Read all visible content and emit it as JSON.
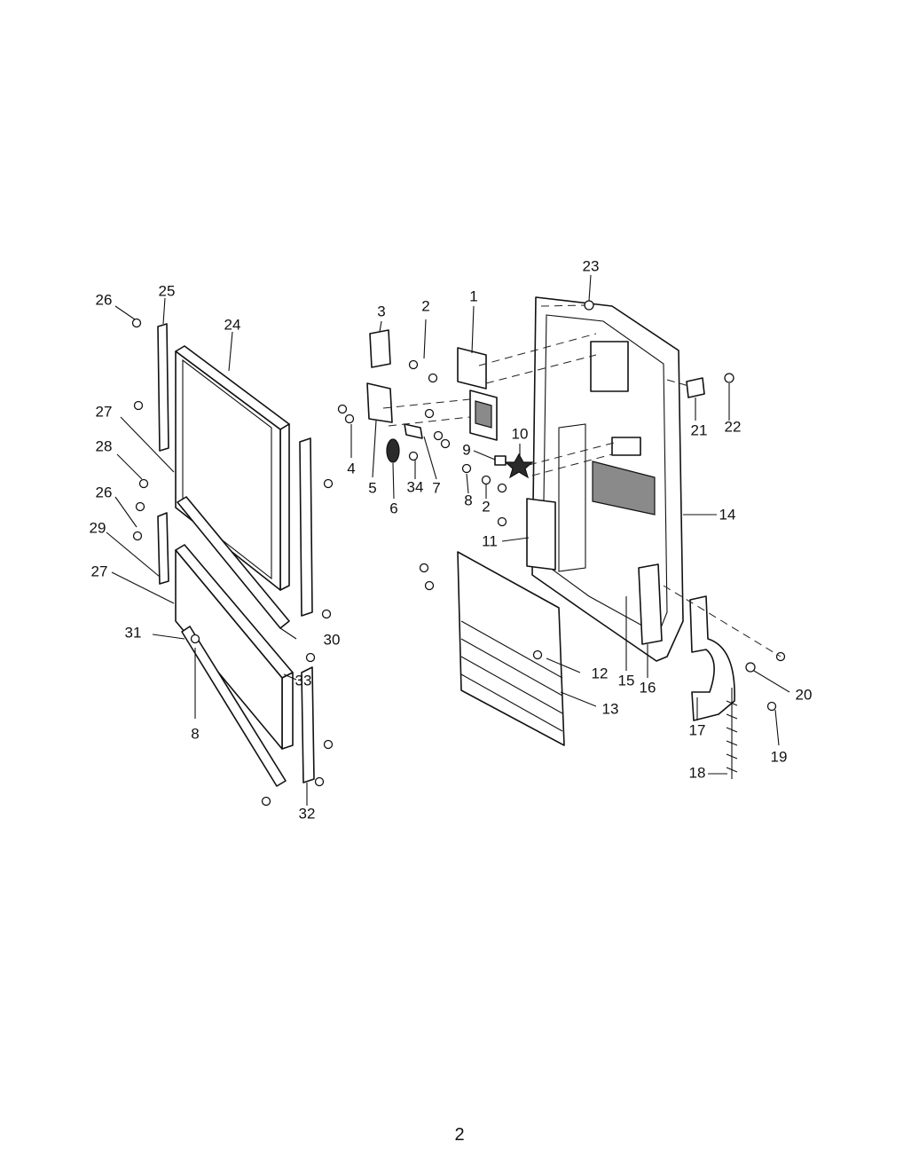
{
  "page_number": "2",
  "callouts": [
    {
      "id": "1",
      "text": "1"
    },
    {
      "id": "2a",
      "text": "2"
    },
    {
      "id": "2b",
      "text": "2"
    },
    {
      "id": "3",
      "text": "3"
    },
    {
      "id": "4",
      "text": "4"
    },
    {
      "id": "5",
      "text": "5"
    },
    {
      "id": "6",
      "text": "6"
    },
    {
      "id": "7",
      "text": "7"
    },
    {
      "id": "8a",
      "text": "8"
    },
    {
      "id": "8b",
      "text": "8"
    },
    {
      "id": "9",
      "text": "9"
    },
    {
      "id": "10",
      "text": "10"
    },
    {
      "id": "11",
      "text": "11"
    },
    {
      "id": "12",
      "text": "12"
    },
    {
      "id": "13",
      "text": "13"
    },
    {
      "id": "14",
      "text": "14"
    },
    {
      "id": "15",
      "text": "15"
    },
    {
      "id": "16",
      "text": "16"
    },
    {
      "id": "17",
      "text": "17"
    },
    {
      "id": "18",
      "text": "18"
    },
    {
      "id": "19",
      "text": "19"
    },
    {
      "id": "20",
      "text": "20"
    },
    {
      "id": "21",
      "text": "21"
    },
    {
      "id": "22",
      "text": "22"
    },
    {
      "id": "23",
      "text": "23"
    },
    {
      "id": "24",
      "text": "24"
    },
    {
      "id": "25",
      "text": "25"
    },
    {
      "id": "26a",
      "text": "26"
    },
    {
      "id": "26b",
      "text": "26"
    },
    {
      "id": "27a",
      "text": "27"
    },
    {
      "id": "27b",
      "text": "27"
    },
    {
      "id": "28",
      "text": "28"
    },
    {
      "id": "29",
      "text": "29"
    },
    {
      "id": "30",
      "text": "30"
    },
    {
      "id": "31",
      "text": "31"
    },
    {
      "id": "32",
      "text": "32"
    },
    {
      "id": "33",
      "text": "33"
    },
    {
      "id": "34",
      "text": "34"
    }
  ]
}
